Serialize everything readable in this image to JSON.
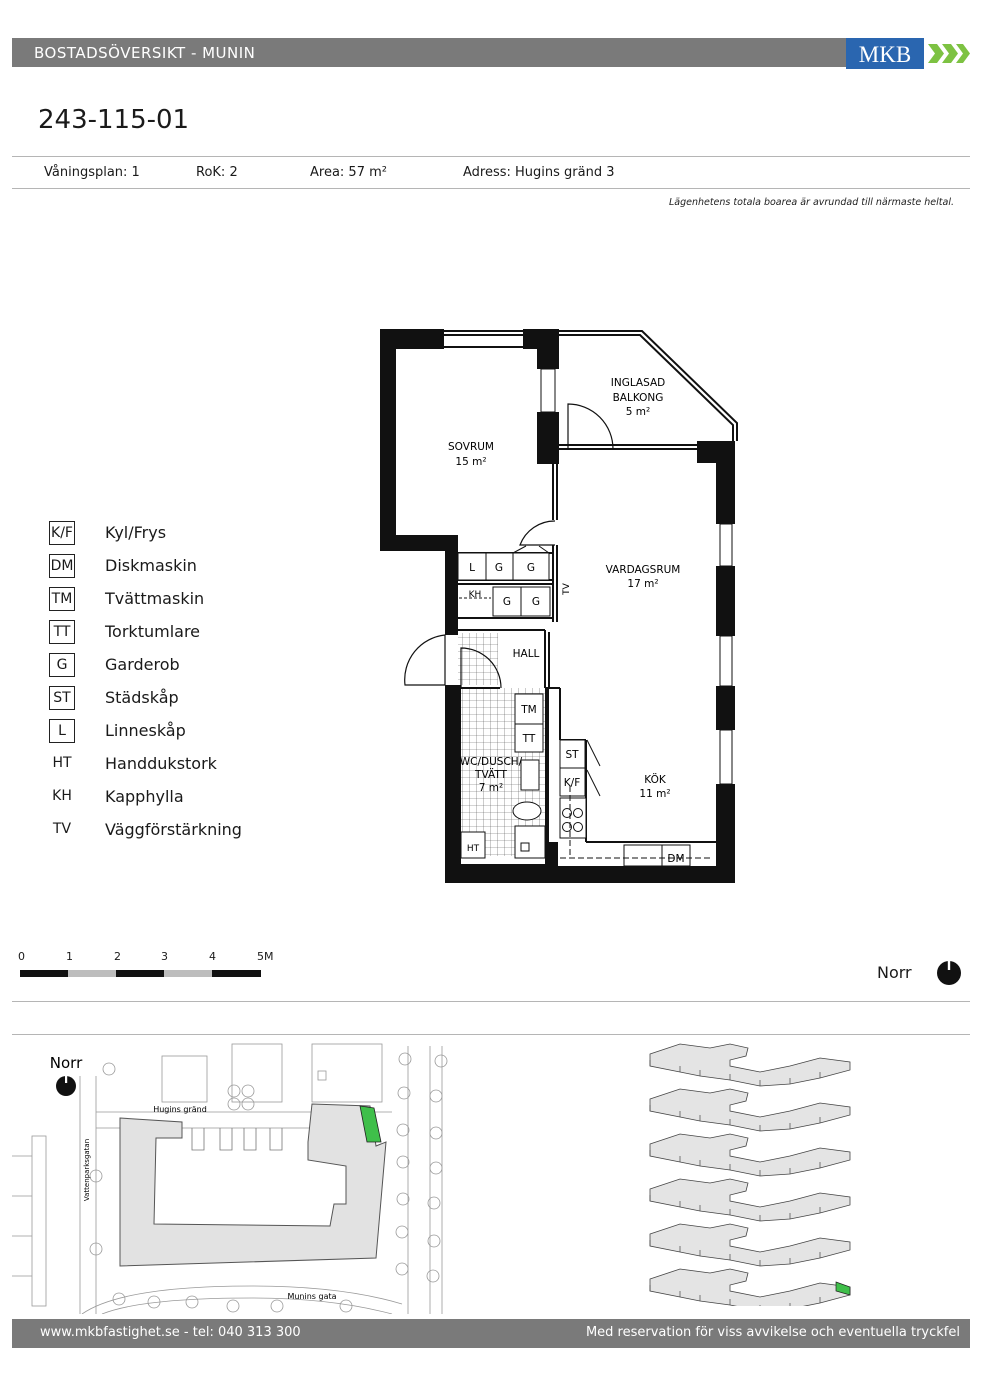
{
  "header": {
    "title": "BOSTADSÖVERSIKT - MUNIN",
    "logo_text": "MKB",
    "bar_color": "#7a7a7a",
    "logo_color": "#2a66b0",
    "arrow_color": "#7dc242"
  },
  "apartment": {
    "id": "243-115-01",
    "floor": "Våningsplan: 1",
    "rooms": "RoK: 2",
    "area": "Area:  57 m²",
    "address": "Adress: Hugins gränd 3",
    "note": "Lägenhetens totala boarea är avrundad till närmaste heltal."
  },
  "legend": [
    {
      "code": "K/F",
      "label": "Kyl/Frys",
      "boxed": true
    },
    {
      "code": "DM",
      "label": "Diskmaskin",
      "boxed": true
    },
    {
      "code": "TM",
      "label": "Tvättmaskin",
      "boxed": true
    },
    {
      "code": "TT",
      "label": "Torktumlare",
      "boxed": true
    },
    {
      "code": "G",
      "label": "Garderob",
      "boxed": true
    },
    {
      "code": "ST",
      "label": "Städskåp",
      "boxed": true
    },
    {
      "code": "L",
      "label": "Linneskåp",
      "boxed": true
    },
    {
      "code": "HT",
      "label": "Handdukstork",
      "boxed": false
    },
    {
      "code": "KH",
      "label": "Kapphylla",
      "boxed": false
    },
    {
      "code": "TV",
      "label": "Väggförstärkning",
      "boxed": false
    }
  ],
  "floorplan": {
    "rooms": {
      "sovrum": {
        "name": "SOVRUM",
        "area": "15 m²"
      },
      "balkong_line1": "INGLASAD",
      "balkong_line2": "BALKONG",
      "balkong_area": "5 m²",
      "vardagsrum": {
        "name": "VARDAGSRUM",
        "area": "17 m²"
      },
      "hall": {
        "name": "HALL"
      },
      "wc_line1": "WC/DUSCH/",
      "wc_line2": "TVÄTT",
      "wc_area": "7 m²",
      "kok": {
        "name": "KÖK",
        "area": "11 m²"
      }
    },
    "fixtures": {
      "l": "L",
      "g1": "G",
      "g2": "G",
      "g3": "G",
      "g4": "G",
      "kh": "KH",
      "tv": "TV",
      "tm": "TM",
      "tt": "TT",
      "st": "ST",
      "kf": "K/F",
      "dm": "DM",
      "ht": "HT"
    }
  },
  "scale": {
    "ticks": [
      "0",
      "1",
      "2",
      "3",
      "4",
      "5M"
    ]
  },
  "compass": {
    "label": "Norr"
  },
  "siteplan": {
    "north_label": "Norr",
    "street_1": "Hugins gränd",
    "street_2": "Vattenparksgatan",
    "street_3": "Munins gata",
    "highlight_color": "#3fbf4a"
  },
  "footer": {
    "left": "www.mkbfastighet.se - tel: 040 313 300",
    "right": "Med reservation för viss avvikelse och eventuella tryckfel"
  }
}
